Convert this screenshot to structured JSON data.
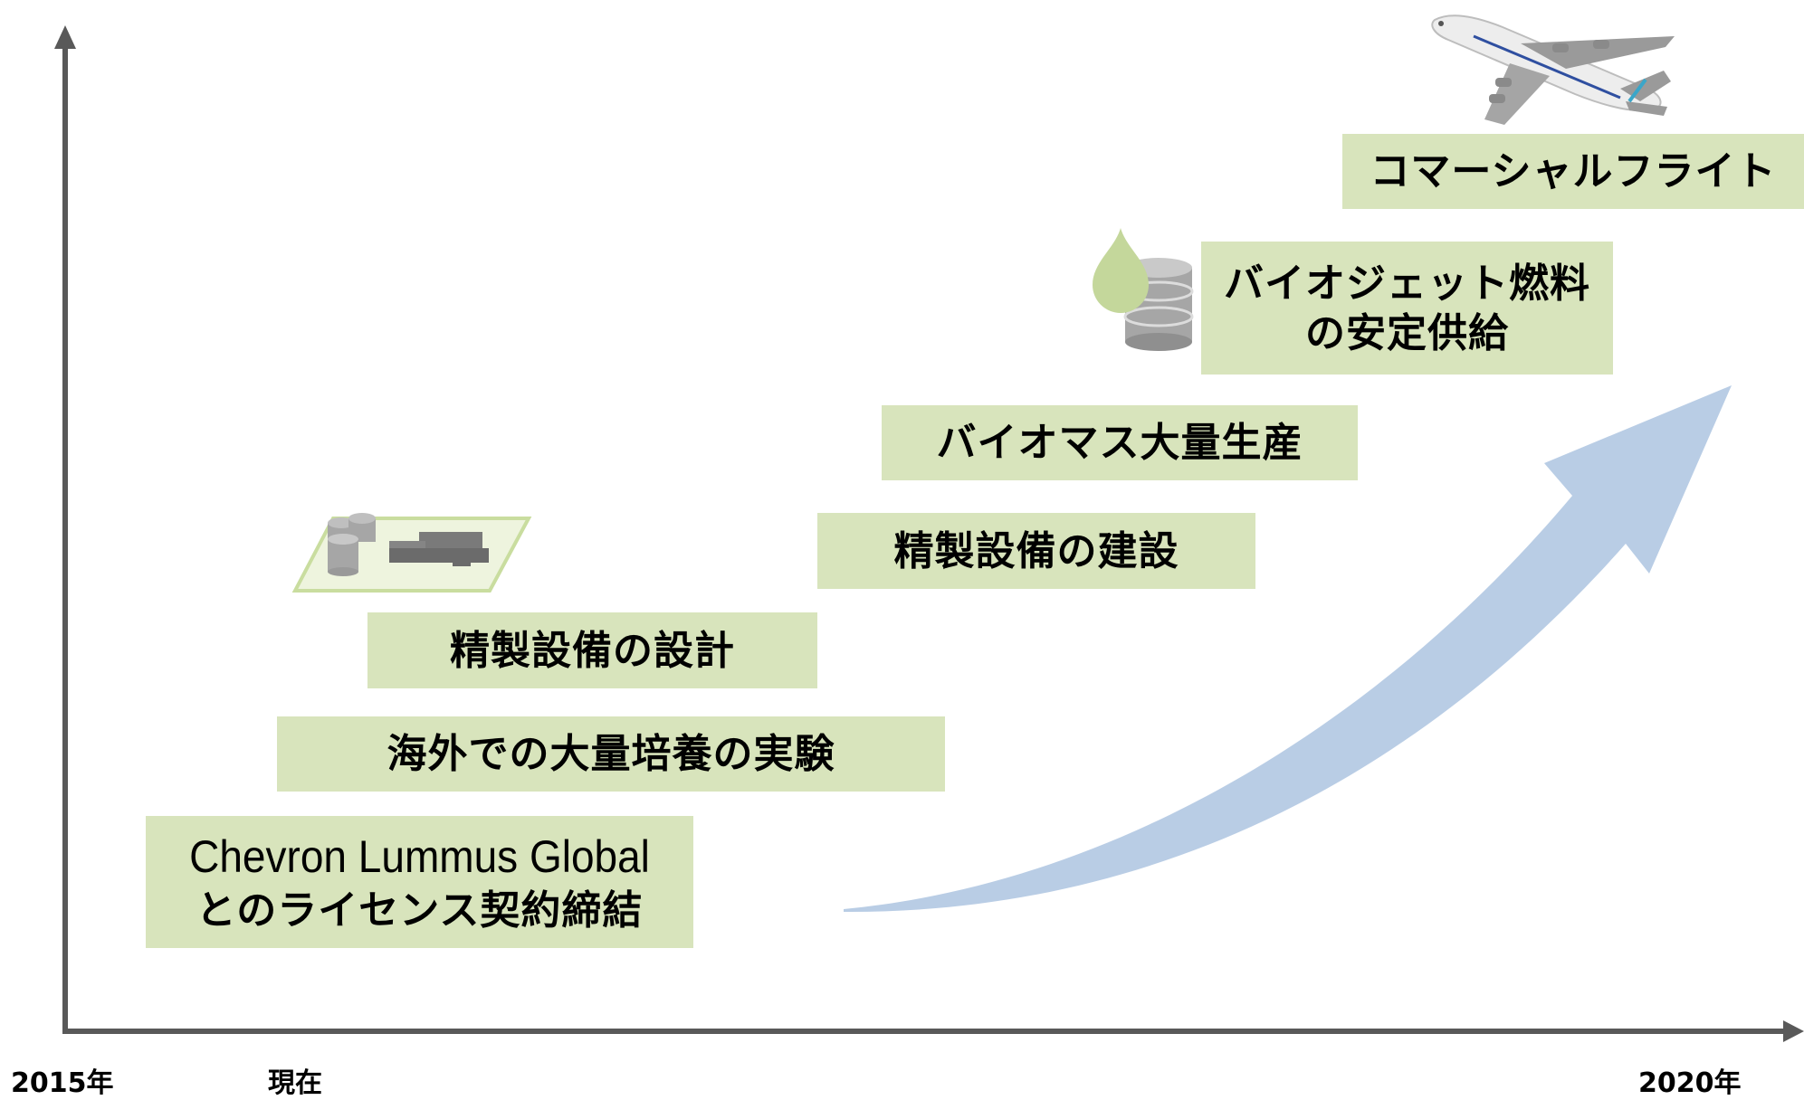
{
  "steps": {
    "license": {
      "line1": "Chevron Lummus Global",
      "line2": "とのライセンス契約締結"
    },
    "overseas": {
      "label": "海外での大量培養の実験"
    },
    "design": {
      "label": "精製設備の設計"
    },
    "construction": {
      "label": "精製設備の建設"
    },
    "biomass": {
      "label": "バイオマス大量生産"
    },
    "supply": {
      "line1": "バイオジェット燃料",
      "line2": "の安定供給"
    },
    "flight": {
      "label": "コマーシャルフライト"
    }
  },
  "axis": {
    "start_label": "2015年",
    "now_label": "現在",
    "end_label": "2020年"
  },
  "icons": [
    "factory-icon",
    "fuel-drop-icon",
    "airplane-icon"
  ],
  "colors": {
    "box_fill": "#d8e4bc",
    "axis": "#595959",
    "arrow": "#b9cde5",
    "icon_gray": "#8c8c8c"
  }
}
